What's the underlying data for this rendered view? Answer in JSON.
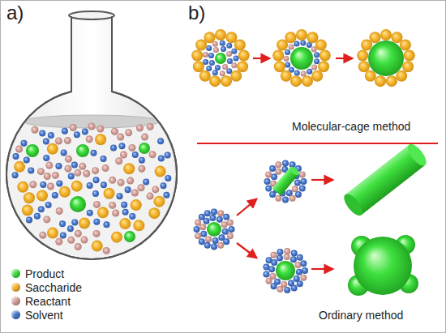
{
  "diagram": {
    "labels": [
      "a)",
      "b)",
      "Molecular-cage method",
      "Ordinary method"
    ],
    "legend": [
      {
        "text": "Product",
        "color": "#3ee03e"
      },
      {
        "text": "Saccharide",
        "color": "#f6b62e"
      },
      {
        "text": "Reactant",
        "color": "#d6a29c"
      },
      {
        "text": "Solvent",
        "color": "#4a7ad0"
      }
    ]
  }
}
